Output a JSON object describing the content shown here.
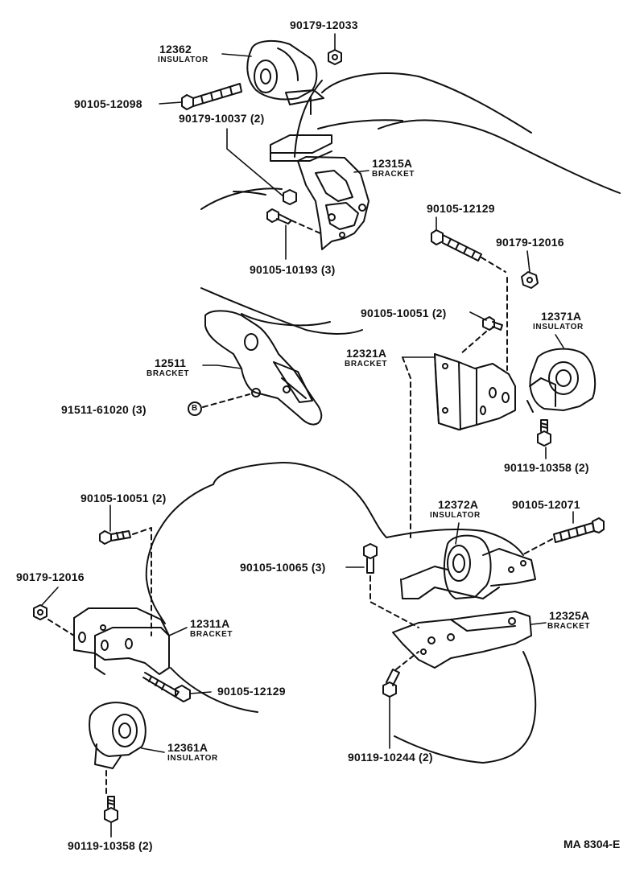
{
  "figure_code": "MA 8304-E",
  "callouts": {
    "p12362": "12362",
    "p12362_type": "INSULATOR",
    "p90179_12033": "90179-12033",
    "p90105_12098": "90105-12098",
    "p90179_10037": "90179-10037 (2)",
    "p12315A": "12315A",
    "p12315A_type": "BRACKET",
    "p90105_10193": "90105-10193 (3)",
    "p90105_12129_top": "90105-12129",
    "p90179_12016_right": "90179-12016",
    "p90105_10051_right": "90105-10051 (2)",
    "p12371A": "12371A",
    "p12371A_type": "INSULATOR",
    "p12321A": "12321A",
    "p12321A_type": "BRACKET",
    "p12511": "12511",
    "p12511_type": "BRACKET",
    "p91511_61020": "91511-61020 (3)",
    "ref_b": "B",
    "p90119_10358_right": "90119-10358 (2)",
    "p90105_10051_left": "90105-10051 (2)",
    "p12372A": "12372A",
    "p12372A_type": "INSULATOR",
    "p90105_12071": "90105-12071",
    "p90179_12016_left": "90179-12016",
    "p90105_10065": "90105-10065 (3)",
    "p12311A": "12311A",
    "p12311A_type": "BRACKET",
    "p12325A": "12325A",
    "p12325A_type": "BRACKET",
    "p90105_12129_bottom": "90105-12129",
    "p12361A": "12361A",
    "p12361A_type": "INSULATOR",
    "p90119_10244": "90119-10244 (2)",
    "p90119_10358_left": "90119-10358 (2)"
  }
}
